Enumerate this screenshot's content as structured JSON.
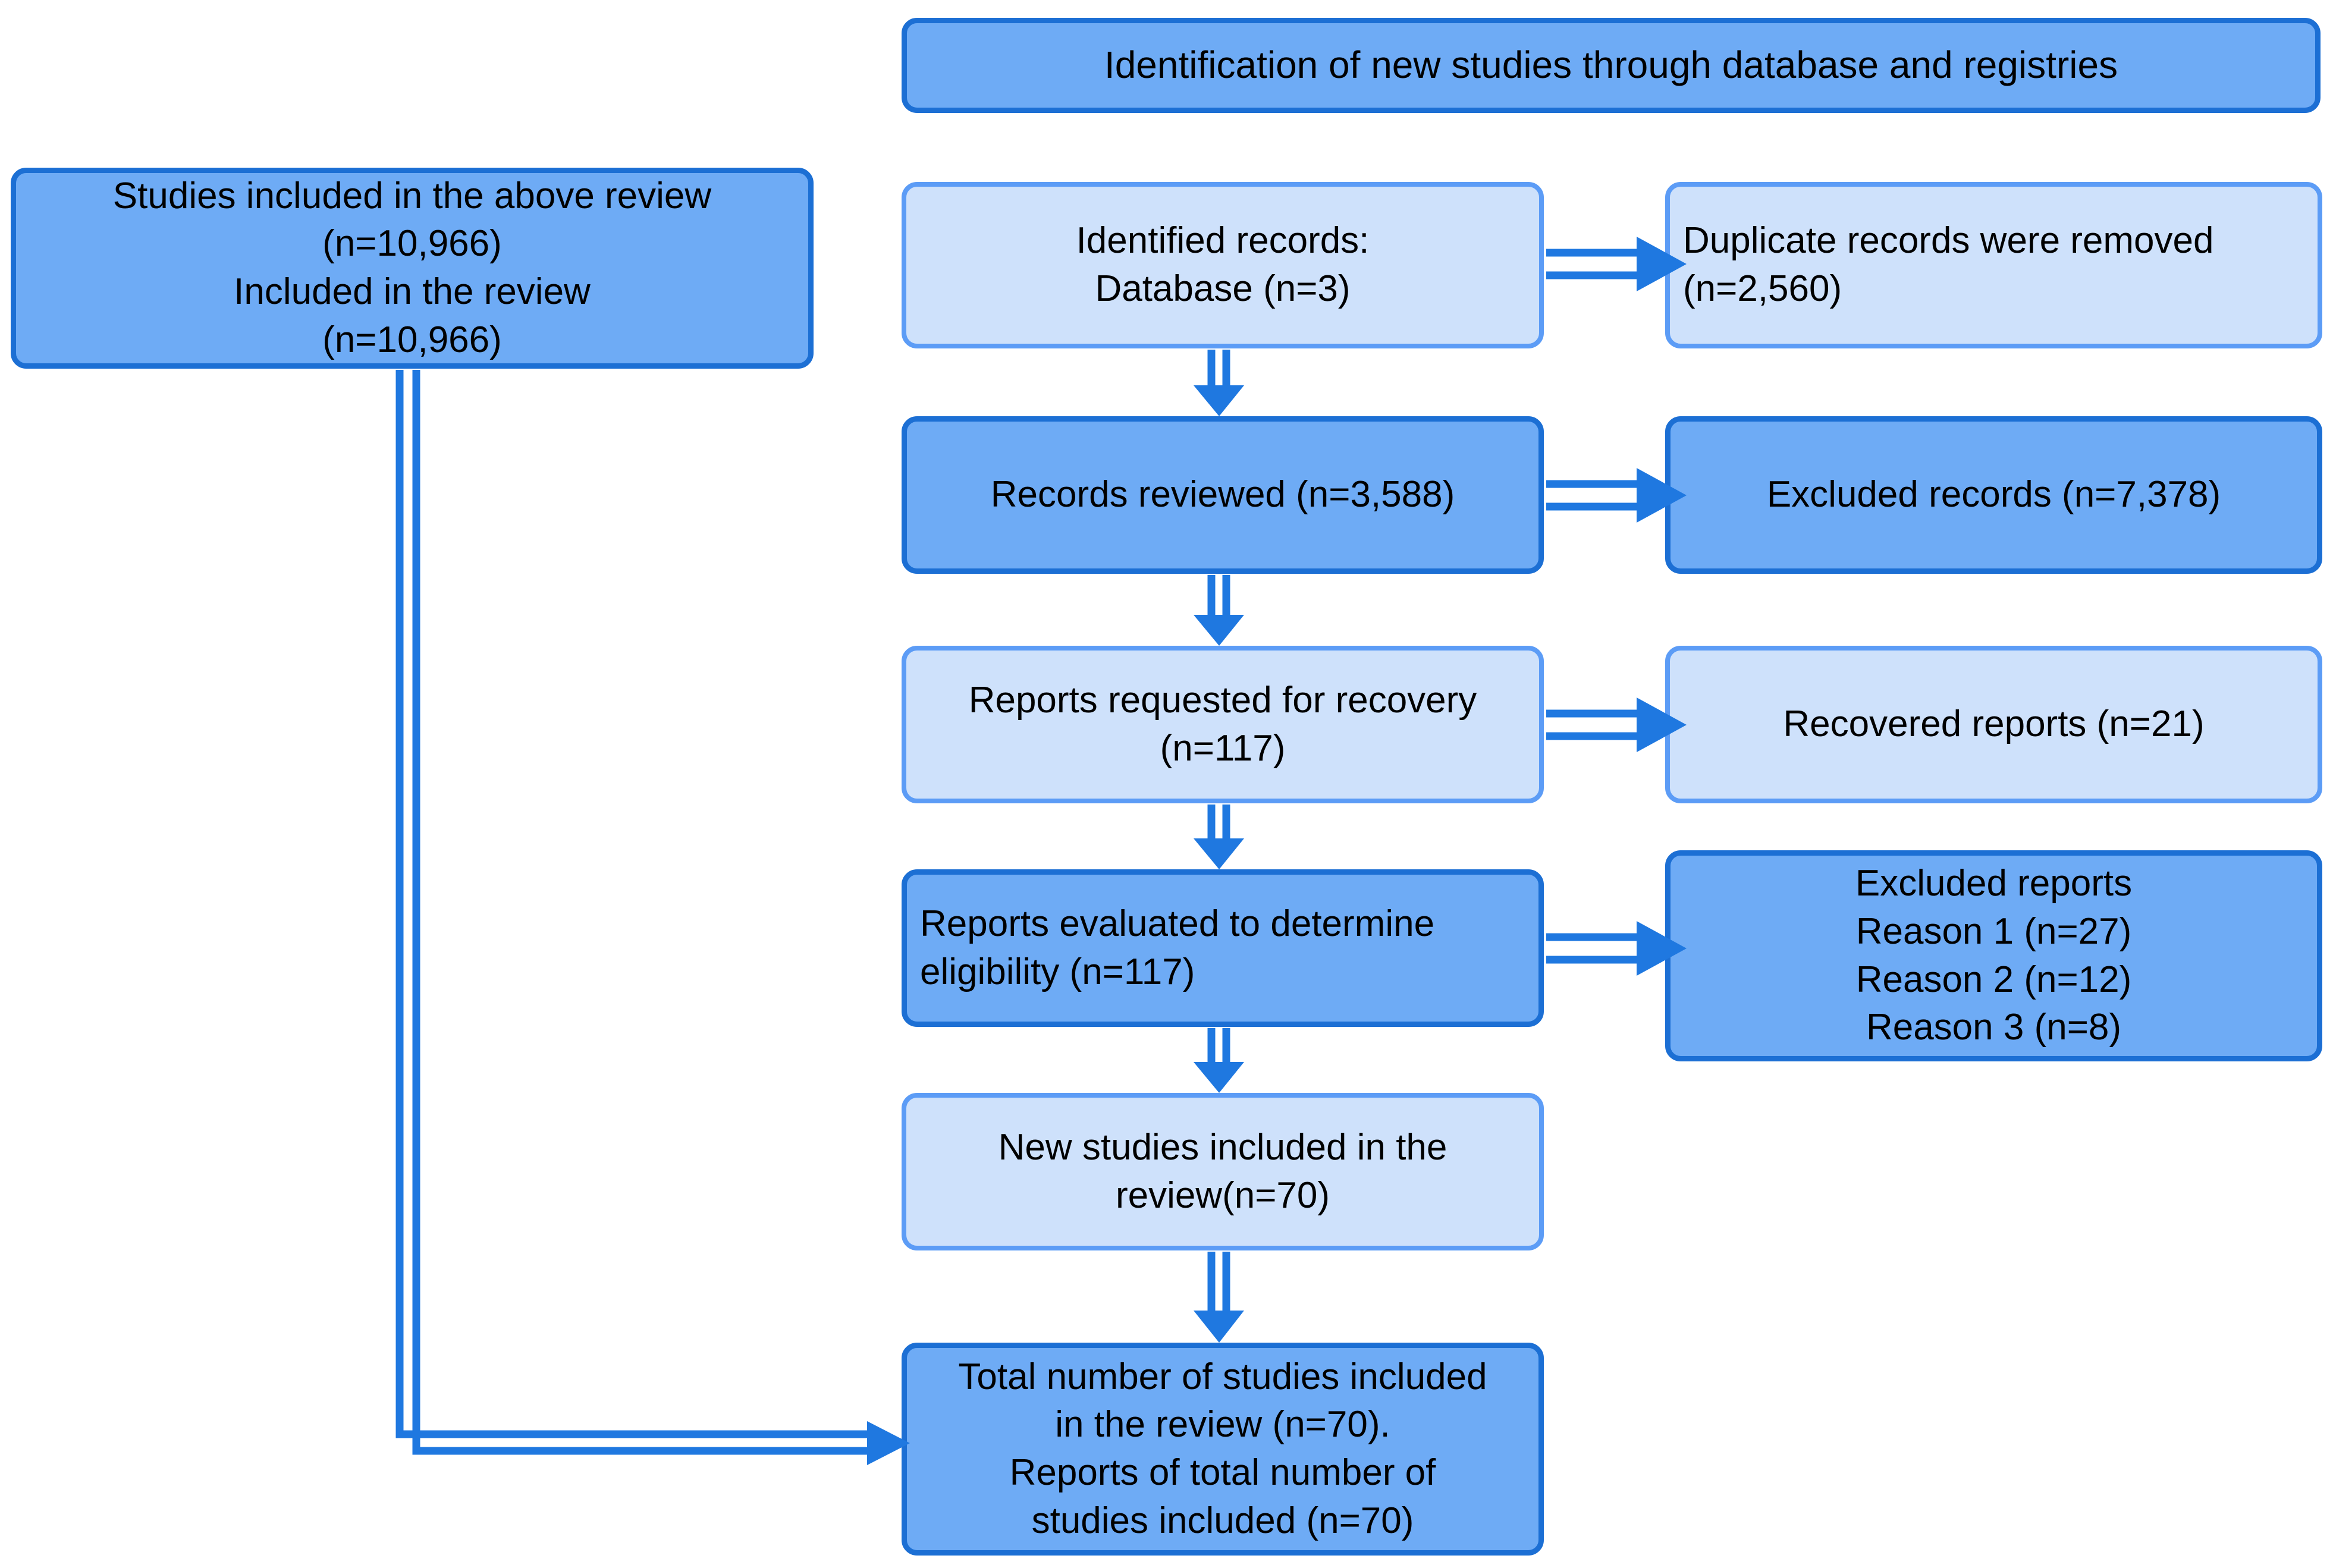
{
  "diagram": {
    "title": "PRISMA flow diagram of new studies identified through databases and registries",
    "colors": {
      "dark_fill": "#6EABF5",
      "dark_border": "#1C6FD4",
      "light_fill": "#CEE1FB",
      "light_border": "#5C9CF6",
      "connector": "#1F78E0",
      "text": "#000000",
      "background": "#FFFFFF"
    },
    "header": {
      "label": "Identification of new studies through database and registries"
    },
    "nodes": {
      "previous_review": {
        "label": "Studies included in the above review\n(n=10,966)\nIncluded in the review\n(n=10,966)",
        "style": "dark",
        "align": "center"
      },
      "identified_records": {
        "label": "Identified records:\nDatabase  (n=3)",
        "style": "light",
        "align": "center"
      },
      "duplicates_removed": {
        "label": "Duplicate records were removed\n(n=2,560)",
        "style": "light",
        "align": "left"
      },
      "records_reviewed": {
        "label": "Records reviewed (n=3,588)",
        "style": "dark",
        "align": "center"
      },
      "excluded_records": {
        "label": "Excluded records (n=7,378)",
        "style": "dark",
        "align": "center"
      },
      "reports_requested": {
        "label": "Reports requested for recovery\n(n=117)",
        "style": "light",
        "align": "center"
      },
      "recovered_reports": {
        "label": "Recovered reports  (n=21)",
        "style": "light",
        "align": "center"
      },
      "reports_evaluated": {
        "label": "Reports evaluated to determine\neligibility (n=117)",
        "style": "dark",
        "align": "left"
      },
      "excluded_reports": {
        "label": "Excluded reports\nReason 1 (n=27)\nReason 2 (n=12)\nReason 3 (n=8)",
        "style": "dark",
        "align": "center"
      },
      "new_studies_included": {
        "label": "New studies included in the\nreview(n=70)",
        "style": "light",
        "align": "center"
      },
      "total_included": {
        "label": "Total number of studies included\nin the review (n=70).\nReports of total number of\nstudies included  (n=70)",
        "style": "dark",
        "align": "center"
      }
    },
    "edges": [
      {
        "name": "identified-to-duplicates",
        "from": "identified_records",
        "to": "duplicates_removed",
        "direction": "right"
      },
      {
        "name": "identified-to-reviewed",
        "from": "identified_records",
        "to": "records_reviewed",
        "direction": "down"
      },
      {
        "name": "reviewed-to-excluded",
        "from": "records_reviewed",
        "to": "excluded_records",
        "direction": "right"
      },
      {
        "name": "reviewed-to-requested",
        "from": "records_reviewed",
        "to": "reports_requested",
        "direction": "down"
      },
      {
        "name": "requested-to-recovered",
        "from": "reports_requested",
        "to": "recovered_reports",
        "direction": "right"
      },
      {
        "name": "requested-to-evaluated",
        "from": "reports_requested",
        "to": "reports_evaluated",
        "direction": "down"
      },
      {
        "name": "evaluated-to-excluded-reports",
        "from": "reports_evaluated",
        "to": "excluded_reports",
        "direction": "right"
      },
      {
        "name": "evaluated-to-new-studies",
        "from": "reports_evaluated",
        "to": "new_studies_included",
        "direction": "down"
      },
      {
        "name": "new-studies-to-total",
        "from": "new_studies_included",
        "to": "total_included",
        "direction": "down"
      },
      {
        "name": "previous-review-to-total",
        "from": "previous_review",
        "to": "total_included",
        "direction": "elbow-right"
      }
    ]
  }
}
